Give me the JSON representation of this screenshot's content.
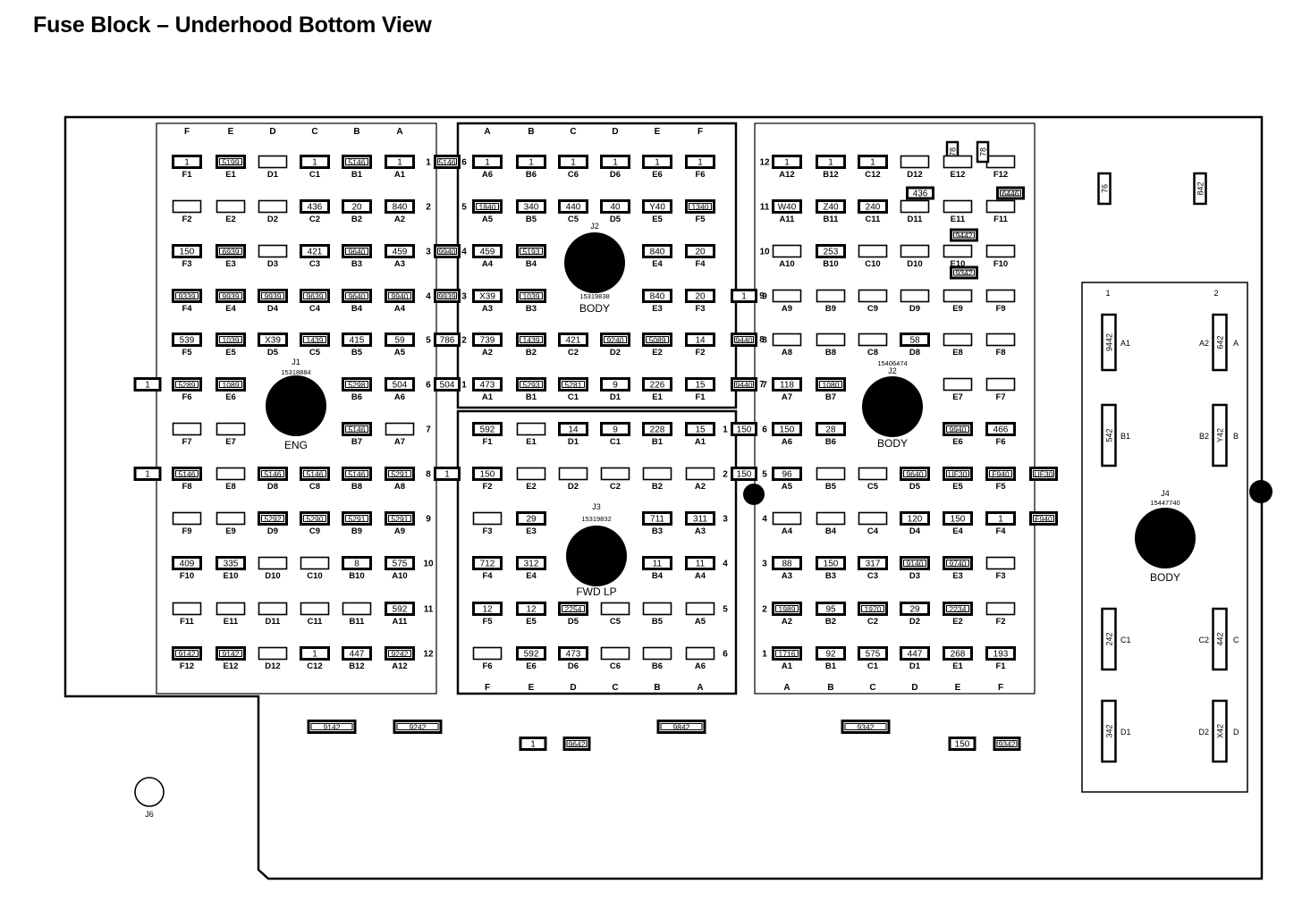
{
  "page_title": "Fuse Block – Underhood Bottom View",
  "j1": {
    "name": "J1",
    "part_number": "15318884",
    "label": "ENG",
    "columns": [
      "F",
      "E",
      "D",
      "C",
      "B",
      "A"
    ],
    "cells": [
      [
        [
          "1",
          "F1"
        ],
        [
          "5199",
          "E1"
        ],
        [
          "",
          "D1"
        ],
        [
          "1",
          "C1"
        ],
        [
          "5146",
          "B1"
        ],
        [
          "1",
          "A1"
        ]
      ],
      [
        [
          "",
          "F2"
        ],
        [
          "",
          "E2"
        ],
        [
          "",
          "D2"
        ],
        [
          "436",
          "C2"
        ],
        [
          "20",
          "B2"
        ],
        [
          "840",
          "A2"
        ]
      ],
      [
        [
          "150",
          "F3"
        ],
        [
          "6939",
          "E3"
        ],
        [
          "",
          "D3"
        ],
        [
          "421",
          "C3"
        ],
        [
          "9640",
          "B3"
        ],
        [
          "459",
          "A3"
        ]
      ],
      [
        [
          "9339",
          "F4"
        ],
        [
          "9939",
          "E4"
        ],
        [
          "9939",
          "D4"
        ],
        [
          "9639",
          "C4"
        ],
        [
          "9640",
          "B4"
        ],
        [
          "9940",
          "A4"
        ]
      ],
      [
        [
          "539",
          "F5"
        ],
        [
          "1039",
          "E5"
        ],
        [
          "X39",
          "D5"
        ],
        [
          "1439",
          "C5"
        ],
        [
          "415",
          "B5"
        ],
        [
          "59",
          "A5"
        ]
      ],
      [
        [
          "5289",
          "F6"
        ],
        [
          "1089",
          "E6"
        ],
        null,
        null,
        [
          "5298",
          "B6"
        ],
        [
          "504",
          "A6"
        ]
      ],
      [
        [
          "",
          "F7"
        ],
        [
          "",
          "E7"
        ],
        null,
        null,
        [
          "5146",
          "B7"
        ],
        [
          "",
          "A7"
        ]
      ],
      [
        [
          "5146",
          "F8"
        ],
        [
          "",
          "E8"
        ],
        [
          "5146",
          "D8"
        ],
        [
          "5146",
          "C8"
        ],
        [
          "5146",
          "B8"
        ],
        [
          "5291",
          "A8"
        ]
      ],
      [
        [
          "",
          "F9"
        ],
        [
          "",
          "E9"
        ],
        [
          "5292",
          "D9"
        ],
        [
          "5290",
          "C9"
        ],
        [
          "5291",
          "B9"
        ],
        [
          "5291",
          "A9"
        ]
      ],
      [
        [
          "409",
          "F10"
        ],
        [
          "335",
          "E10"
        ],
        [
          "",
          "D10"
        ],
        [
          "",
          "C10"
        ],
        [
          "8",
          "B10"
        ],
        [
          "575",
          "A10"
        ]
      ],
      [
        [
          "",
          "F11"
        ],
        [
          "",
          "E11"
        ],
        [
          "",
          "D11"
        ],
        [
          "",
          "C11"
        ],
        [
          "",
          "B11"
        ],
        [
          "592",
          "A11"
        ]
      ],
      [
        [
          "9142",
          "F12"
        ],
        [
          "9142",
          "E12"
        ],
        [
          "",
          "D12"
        ],
        [
          "1",
          "C12"
        ],
        [
          "447",
          "B12"
        ],
        [
          "9242",
          "A12"
        ]
      ]
    ],
    "row_numbers": [
      "1",
      "2",
      "3",
      "4",
      "5",
      "6",
      "7",
      "8",
      "9",
      "10",
      "11",
      "12"
    ],
    "side_right": [
      "5146",
      "",
      "9940",
      "9939",
      "786",
      "504"
    ],
    "side_left_a": "1",
    "side_left_b": "1"
  },
  "j2_top": {
    "name": "J2",
    "part_number": "15319838",
    "label": "BODY",
    "columns": [
      "A",
      "B",
      "C",
      "D",
      "E",
      "F"
    ],
    "cells": [
      [
        [
          "1",
          "A6"
        ],
        [
          "1",
          "B6"
        ],
        [
          "1",
          "C6"
        ],
        [
          "1",
          "D6"
        ],
        [
          "1",
          "E6"
        ],
        [
          "1",
          "F6"
        ]
      ],
      [
        [
          "1840",
          "A5"
        ],
        [
          "340",
          "B5"
        ],
        [
          "440",
          "C5"
        ],
        [
          "40",
          "D5"
        ],
        [
          "Y40",
          "E5"
        ],
        [
          "1340",
          "F5"
        ]
      ],
      [
        [
          "459",
          "A4"
        ],
        [
          "5193",
          "B4"
        ],
        null,
        null,
        [
          "840",
          "E4"
        ],
        [
          "20",
          "F4"
        ]
      ],
      [
        [
          "X39",
          "A3"
        ],
        [
          "1039",
          "B3"
        ],
        null,
        null,
        [
          "840",
          "E3"
        ],
        [
          "20",
          "F3"
        ]
      ],
      [
        [
          "739",
          "A2"
        ],
        [
          "1439",
          "B2"
        ],
        [
          "421",
          "C2"
        ],
        [
          "9240",
          "D2"
        ],
        [
          "5089",
          "E2"
        ],
        [
          "14",
          "F2"
        ]
      ],
      [
        [
          "473",
          "A1"
        ],
        [
          "5293",
          "B1"
        ],
        [
          "5281",
          "C1"
        ],
        [
          "9",
          "D1"
        ],
        [
          "226",
          "E1"
        ],
        [
          "15",
          "F1"
        ]
      ]
    ],
    "row_numbers": [
      "6",
      "5",
      "4",
      "3",
      "2",
      "1"
    ],
    "side_right": [
      "1",
      "9440",
      "9440"
    ],
    "side_right_rows": [
      "9",
      "8",
      "7"
    ]
  },
  "j3": {
    "name": "J3",
    "part_number": "15319832",
    "label": "FWD LP",
    "columns": [
      "F",
      "E",
      "D",
      "C",
      "B",
      "A"
    ],
    "cells": [
      [
        [
          "592",
          "F1"
        ],
        [
          "",
          "E1"
        ],
        [
          "14",
          "D1"
        ],
        [
          "9",
          "C1"
        ],
        [
          "228",
          "B1"
        ],
        [
          "15",
          "A1"
        ]
      ],
      [
        [
          "150",
          "F2"
        ],
        [
          "",
          "E2"
        ],
        [
          "",
          "D2"
        ],
        [
          "",
          "C2"
        ],
        [
          "",
          "B2"
        ],
        [
          "",
          "A2"
        ]
      ],
      [
        [
          "",
          "F3"
        ],
        [
          "29",
          "E3"
        ],
        null,
        null,
        [
          "711",
          "B3"
        ],
        [
          "311",
          "A3"
        ]
      ],
      [
        [
          "712",
          "F4"
        ],
        [
          "312",
          "E4"
        ],
        null,
        null,
        [
          "11",
          "B4"
        ],
        [
          "11",
          "A4"
        ]
      ],
      [
        [
          "12",
          "F5"
        ],
        [
          "12",
          "E5"
        ],
        [
          "2254",
          "D5"
        ],
        [
          "",
          "C5"
        ],
        [
          "",
          "B5"
        ],
        [
          "",
          "A5"
        ]
      ],
      [
        [
          "",
          "F6"
        ],
        [
          "592",
          "E6"
        ],
        [
          "473",
          "D6"
        ],
        [
          "",
          "C6"
        ],
        [
          "",
          "B6"
        ],
        [
          "",
          "A6"
        ]
      ]
    ],
    "row_numbers": [
      "1",
      "2",
      "3",
      "4",
      "5",
      "6"
    ],
    "side_right": [
      "150",
      "150"
    ],
    "side_left": "1"
  },
  "j2_right": {
    "name": "J2",
    "part_number": "15406474",
    "label": "BODY",
    "columns": [
      "A",
      "B",
      "C",
      "D",
      "E",
      "F"
    ],
    "cells": [
      [
        [
          "1",
          "A12"
        ],
        [
          "1",
          "B12"
        ],
        [
          "1",
          "C12"
        ],
        [
          "",
          "D12"
        ],
        [
          "78",
          "E12"
        ],
        [
          "",
          "F12"
        ]
      ],
      [
        [
          "W40",
          "A11"
        ],
        [
          "Z40",
          "B11"
        ],
        [
          "240",
          "C11"
        ],
        [
          "",
          "D11"
        ],
        [
          "",
          "E11"
        ],
        [
          "",
          "F11"
        ]
      ],
      [
        [
          "",
          "A10"
        ],
        [
          "253",
          "B10"
        ],
        [
          "",
          "C10"
        ],
        [
          "",
          "D10"
        ],
        [
          "",
          "E10"
        ],
        [
          "",
          "F10"
        ]
      ],
      [
        [
          "",
          "A9"
        ],
        [
          "",
          "B9"
        ],
        [
          "",
          "C9"
        ],
        [
          "",
          "D9"
        ],
        [
          "",
          "E9"
        ],
        [
          "",
          "F9"
        ]
      ],
      [
        [
          "",
          "A8"
        ],
        [
          "",
          "B8"
        ],
        [
          "",
          "C8"
        ],
        [
          "58",
          "D8"
        ],
        [
          "",
          "E8"
        ],
        [
          "",
          "F8"
        ]
      ],
      [
        [
          "118",
          "A7"
        ],
        [
          "1080",
          "B7"
        ],
        null,
        null,
        [
          "",
          "E7"
        ],
        [
          "",
          "F7"
        ]
      ],
      [
        [
          "150",
          "A6"
        ],
        [
          "28",
          "B6"
        ],
        null,
        null,
        [
          "9940",
          "E6"
        ],
        [
          "466",
          "F6"
        ]
      ],
      [
        [
          "96",
          "A5"
        ],
        [
          "",
          "B5"
        ],
        [
          "",
          "C5"
        ],
        [
          "9640",
          "D5"
        ],
        [
          "UF30",
          "E5"
        ],
        [
          "F940",
          "F5"
        ]
      ],
      [
        [
          "",
          "A4"
        ],
        [
          "",
          "B4"
        ],
        [
          "",
          "C4"
        ],
        [
          "120",
          "D4"
        ],
        [
          "150",
          "E4"
        ],
        [
          "1",
          "F4"
        ]
      ],
      [
        [
          "88",
          "A3"
        ],
        [
          "150",
          "B3"
        ],
        [
          "317",
          "C3"
        ],
        [
          "9140",
          "D3"
        ],
        [
          "9740",
          "E3"
        ],
        [
          "",
          "F3"
        ]
      ],
      [
        [
          "1989",
          "A2"
        ],
        [
          "95",
          "B2"
        ],
        [
          "1970",
          "C2"
        ],
        [
          "29",
          "D2"
        ],
        [
          "2234",
          "E2"
        ],
        [
          "",
          "F2"
        ]
      ],
      [
        [
          "1716",
          "A1"
        ],
        [
          "92",
          "B1"
        ],
        [
          "575",
          "C1"
        ],
        [
          "447",
          "D1"
        ],
        [
          "268",
          "E1"
        ],
        [
          "193",
          "F1"
        ]
      ]
    ],
    "row_numbers": [
      "12",
      "11",
      "10",
      "9",
      "8",
      "7",
      "6",
      "5",
      "4",
      "3",
      "2",
      "1"
    ],
    "extra_labels": [
      "436",
      "6446",
      "9442",
      "9342",
      "78"
    ],
    "side_right": [
      "UF30",
      "F940"
    ]
  },
  "j4": {
    "name": "J4",
    "part_number": "15447740",
    "label": "BODY",
    "column_numbers": [
      "1",
      "2"
    ],
    "rows": [
      {
        "left_value": "9442",
        "left_pin": "A1",
        "right_value": "642",
        "right_pin": "A2",
        "row_letter": "A"
      },
      {
        "left_value": "542",
        "left_pin": "B1",
        "right_value": "Y42",
        "right_pin": "B2",
        "row_letter": "B"
      },
      {
        "left_value": "242",
        "left_pin": "C1",
        "right_value": "442",
        "right_pin": "C2",
        "row_letter": "C"
      },
      {
        "left_value": "342",
        "left_pin": "D1",
        "right_value": "X42",
        "right_pin": "D2",
        "row_letter": "D"
      }
    ]
  },
  "standalone_top": [
    "76",
    "842"
  ],
  "bottom_labels": [
    "9142",
    "9242",
    "1",
    "9642",
    "9842",
    "9342",
    "150",
    "9342"
  ],
  "j6_label": "J6"
}
